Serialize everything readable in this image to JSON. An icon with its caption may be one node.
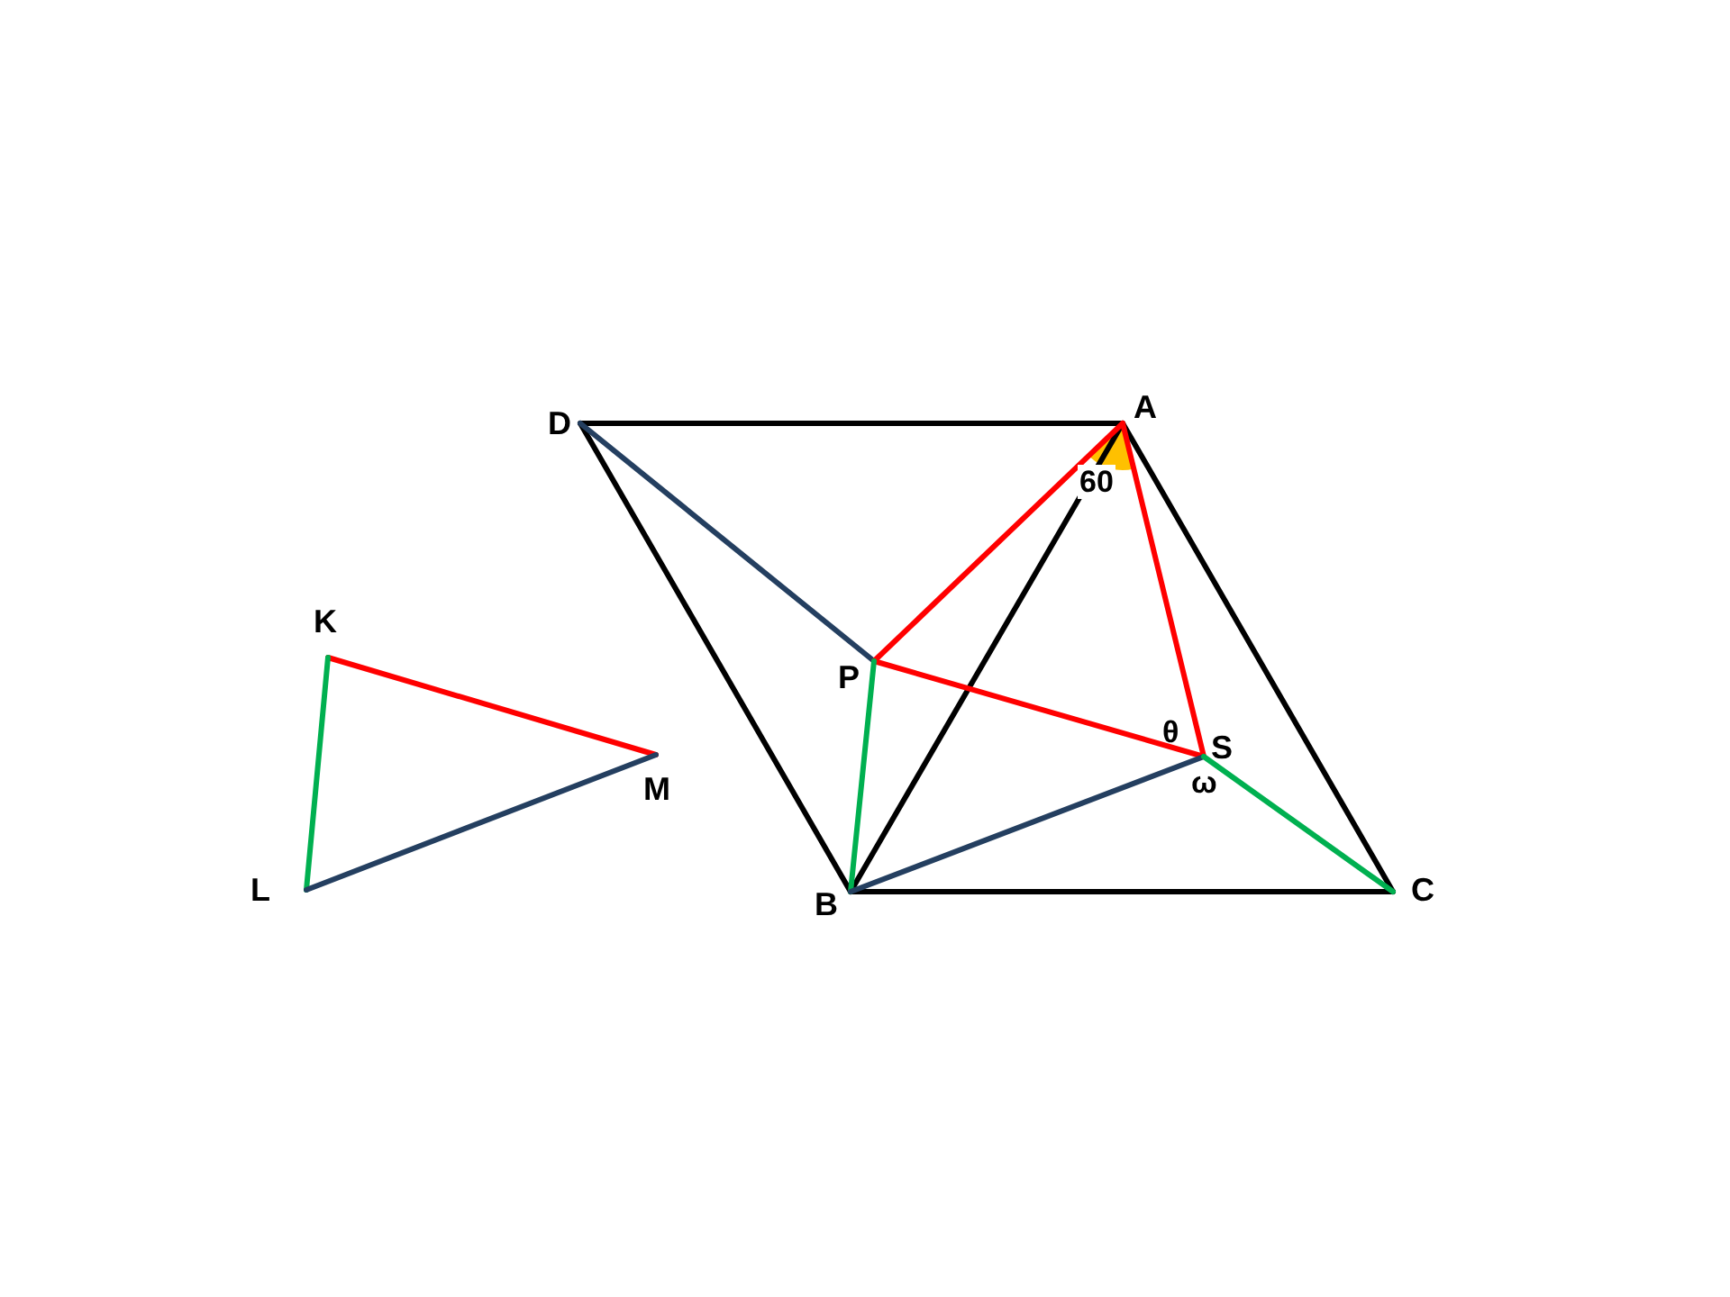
{
  "diagram": {
    "nodes": [
      {
        "text": [
          "D"
        ]
      },
      {
        "text": [
          "A"
        ]
      },
      {
        "text": [
          "K"
        ]
      },
      {
        "text": [
          "P"
        ]
      },
      {
        "text": [
          "S"
        ]
      },
      {
        "text": [
          "M"
        ]
      },
      {
        "text": [
          "L"
        ]
      },
      {
        "text": [
          "B"
        ]
      },
      {
        "text": [
          "C"
        ]
      }
    ],
    "edges": [
      {
        "from": 0,
        "to": 1,
        "arrow": "none"
      },
      {
        "from": 1,
        "to": 8,
        "arrow": "none"
      },
      {
        "from": 8,
        "to": 7,
        "arrow": "none"
      },
      {
        "from": 7,
        "to": 0,
        "arrow": "none"
      },
      {
        "from": 1,
        "to": 7,
        "arrow": "none"
      },
      {
        "from": 0,
        "to": 3,
        "arrow": "none",
        "color": "#243f60"
      },
      {
        "from": 3,
        "to": 1,
        "arrow": "none",
        "color": "#ff0000"
      },
      {
        "from": 3,
        "to": 4,
        "arrow": "none",
        "color": "#ff0000"
      },
      {
        "from": 1,
        "to": 4,
        "arrow": "none",
        "color": "#ff0000"
      },
      {
        "from": 3,
        "to": 7,
        "arrow": "none",
        "color": "#00b050"
      },
      {
        "from": 7,
        "to": 4,
        "arrow": "none",
        "color": "#243f60"
      },
      {
        "from": 4,
        "to": 8,
        "arrow": "none",
        "color": "#00b050"
      },
      {
        "from": 2,
        "to": 5,
        "arrow": "none",
        "color": "#ff0000"
      },
      {
        "from": 2,
        "to": 6,
        "arrow": "none",
        "color": "#00b050"
      },
      {
        "from": 6,
        "to": 5,
        "arrow": "none",
        "color": "#243f60"
      }
    ],
    "labels": [
      "60",
      "θ",
      "ω"
    ]
  }
}
